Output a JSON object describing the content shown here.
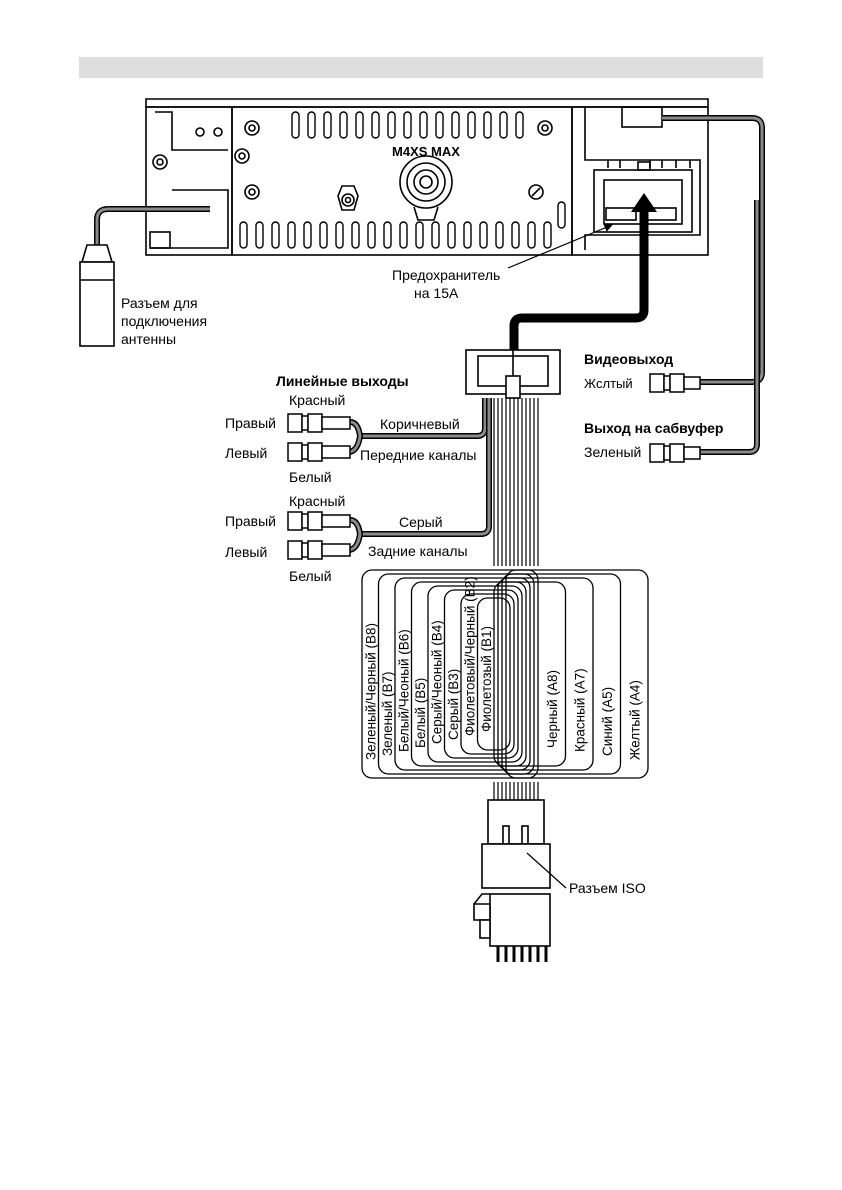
{
  "unit": {
    "model": "M4XS MAX"
  },
  "antenna": {
    "label_line1": "Разъем для",
    "label_line2": "подключения",
    "label_line3": "антенны"
  },
  "fuse": {
    "label_line1": "Предохранитель",
    "label_line2": "на 15А"
  },
  "line_outputs": {
    "title": "Линейные выходы",
    "front": {
      "top_color": "Красный",
      "right": "Правый",
      "left": "Левый",
      "bottom_color": "Белый",
      "wire_color": "Коричневый",
      "channel": "Передние каналы"
    },
    "rear": {
      "top_color": "Красный",
      "right": "Правый",
      "left": "Левый",
      "bottom_color": "Белый",
      "wire_color": "Серый",
      "channel": "Задние каналы"
    }
  },
  "video_out": {
    "title": "Видеовыход",
    "color": "Жслтый"
  },
  "subwoofer_out": {
    "title": "Выход на сабвуфер",
    "color": "Зеленый"
  },
  "iso": {
    "label": "Разъем ISO",
    "wires": [
      "Зеленый/Черный (B8)",
      "Зеленый (B7)",
      "Белый/Чеоный (B6)",
      "Белый (B5)",
      "Серый/Чеоный (B4)",
      "Серый (B3)",
      "Фиолетовый/Черный (B2)",
      "Фиолетозый (B1)",
      "Черный (A8)",
      "Красный (A7)",
      "Синий (A5)",
      "Желтый (A4)"
    ]
  },
  "colors": {
    "header_bar": "#dedede",
    "cable_gray": "#8a8a8a",
    "line": "#000000"
  }
}
